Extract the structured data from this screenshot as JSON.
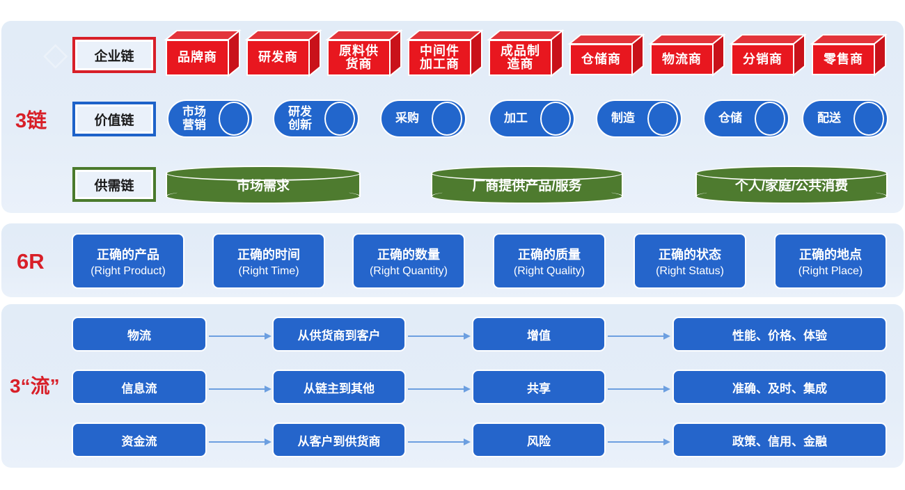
{
  "colors": {
    "panel_bg": "#e4edf8",
    "red": "#e8171f",
    "red_label": "#d81f28",
    "blue": "#2565cb",
    "blue_cyl": "#2266cc",
    "green": "#4e7b2f",
    "arrow": "#6c9fe0",
    "white": "#ffffff"
  },
  "sections": {
    "chains": {
      "label": "3链"
    },
    "six_r": {
      "label": "6R"
    },
    "flows": {
      "label": "3“流”"
    }
  },
  "enterprise_chain": {
    "plaque": "企业链",
    "nodes": [
      {
        "label": "品牌商"
      },
      {
        "label": "研发商"
      },
      {
        "label": "原料供\n货商"
      },
      {
        "label": "中间件\n加工商"
      },
      {
        "label": "成品制\n造商"
      },
      {
        "label": "仓储商"
      },
      {
        "label": "物流商"
      },
      {
        "label": "分销商"
      },
      {
        "label": "零售商"
      }
    ]
  },
  "value_chain": {
    "plaque": "价值链",
    "nodes": [
      {
        "label": "市场\n营销"
      },
      {
        "label": "研发\n创新"
      },
      {
        "label": "采购"
      },
      {
        "label": "加工"
      },
      {
        "label": "制造"
      },
      {
        "label": "仓储"
      },
      {
        "label": "配送"
      }
    ]
  },
  "supply_demand_chain": {
    "plaque": "供需链",
    "nodes": [
      {
        "label": "市场需求"
      },
      {
        "label": "厂商提供产品/服务"
      },
      {
        "label": "个人/家庭/公共消费"
      }
    ]
  },
  "six_r_cards": [
    {
      "cn": "正确的产品",
      "en": "(Right Product)"
    },
    {
      "cn": "正确的时间",
      "en": "(Right Time)"
    },
    {
      "cn": "正确的数量",
      "en": "(Right Quantity)"
    },
    {
      "cn": "正确的质量",
      "en": "(Right Quality)"
    },
    {
      "cn": "正确的状态",
      "en": "(Right Status)"
    },
    {
      "cn": "正确的地点",
      "en": "(Right Place)"
    }
  ],
  "flow_rows": [
    {
      "c1": "物流",
      "c2": "从供货商到客户",
      "c3": "增值",
      "c4": "性能、价格、体验"
    },
    {
      "c1": "信息流",
      "c2": "从链主到其他",
      "c3": "共享",
      "c4": "准确、及时、集成"
    },
    {
      "c1": "资金流",
      "c2": "从客户到供货商",
      "c3": "风险",
      "c4": "政策、信用、金融"
    }
  ]
}
